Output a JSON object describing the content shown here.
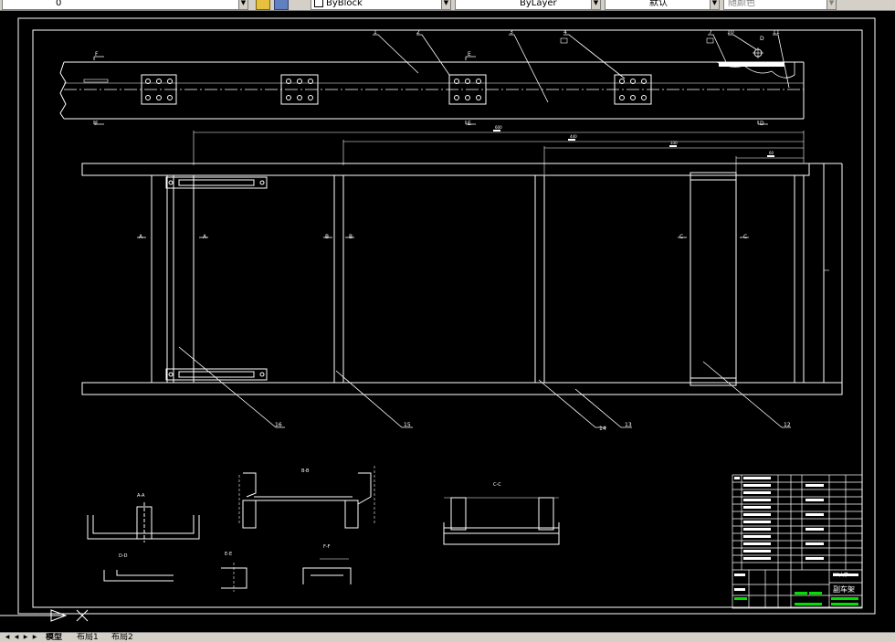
{
  "toolbar": {
    "layer_combo": "0",
    "color_combo": "ByBlock",
    "linetype_combo": "ByLayer",
    "lineweight_combo": "默认",
    "plotstyle_combo": "随颜色"
  },
  "drawing": {
    "part_callouts": [
      "1",
      "2",
      "3",
      "4",
      "7",
      "10",
      "11",
      "12",
      "13",
      "14",
      "15",
      "16"
    ],
    "section_marks": [
      "A",
      "A",
      "B",
      "B",
      "C",
      "C",
      "F",
      "F",
      "E",
      "E",
      "D",
      "D"
    ],
    "dim_marks": [
      "600",
      "440",
      "330",
      "60"
    ],
    "detail_labels": [
      "A-A",
      "B-B",
      "C-C",
      "D-D",
      "E-E",
      "F-F"
    ],
    "title_block": {
      "drawing_name": "副车架",
      "company_text": "XX大学"
    }
  },
  "tabs": {
    "model": "模型",
    "layout1": "布局1",
    "layout2": "布局2"
  },
  "colors": {
    "background": "#000000",
    "lines": "#ffffff",
    "titleblock_green": "#00e000",
    "ucs_icon": "#ffffff"
  }
}
